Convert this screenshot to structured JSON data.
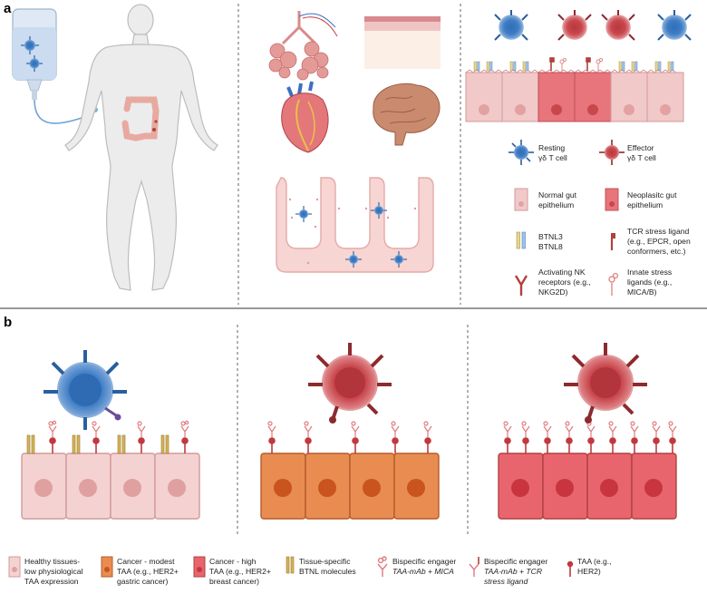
{
  "panels": {
    "a": "a",
    "b": "b"
  },
  "legend_a": {
    "resting_line1": "Resting",
    "resting_line2": "γδ T cell",
    "effector_line1": "Effector",
    "effector_line2": "γδ T cell",
    "normal_gut_line1": "Normal gut",
    "normal_gut_line2": "epithelium",
    "neoplastic_line1": "Neoplasitc gut",
    "neoplastic_line2": "epithelium",
    "btnl_line1": "BTNL3",
    "btnl_line2": "BTNL8",
    "tcr_line1": "TCR stress ligand",
    "tcr_line2": "(e.g., EPCR, open",
    "tcr_line3": "conformers, etc.)",
    "nk_line1": "Activating NK",
    "nk_line2": "receptors (e.g.,",
    "nk_line3": "NKG2D)",
    "innate_line1": "Innate stress",
    "innate_line2": "ligands (e.g.,",
    "innate_line3": "MICA/B)"
  },
  "legend_b": {
    "healthy_line1": "Healthy tissues-",
    "healthy_line2": "low physiological",
    "healthy_line3": "TAA expression",
    "modest_line1": "Cancer - modest",
    "modest_line2": "TAA (e.g., HER2+",
    "modest_line3": "gastric cancer)",
    "high_line1": "Cancer - high",
    "high_line2": "TAA (e.g., HER2+",
    "high_line3": "breast cancer)",
    "btnl_line1": "Tissue-specific",
    "btnl_line2": "BTNL molecules",
    "mica_line1": "Bispecific engager",
    "mica_line2": "TAA-mAb + MICA",
    "tcrl_line1": "Bispecific engager",
    "tcrl_line2": "TAA-mAb + TCR",
    "tcrl_line3": "stress ligand",
    "taa_line1": "TAA (e.g.,",
    "taa_line2": "HER2)"
  },
  "colors": {
    "resting_cell": "#4f86c6",
    "effector_cell": "#c94a4f",
    "normal_epithelium": "#f1c9c9",
    "modest_cancer": "#e58a52",
    "high_cancer": "#e8656e",
    "divider": "#999999"
  }
}
